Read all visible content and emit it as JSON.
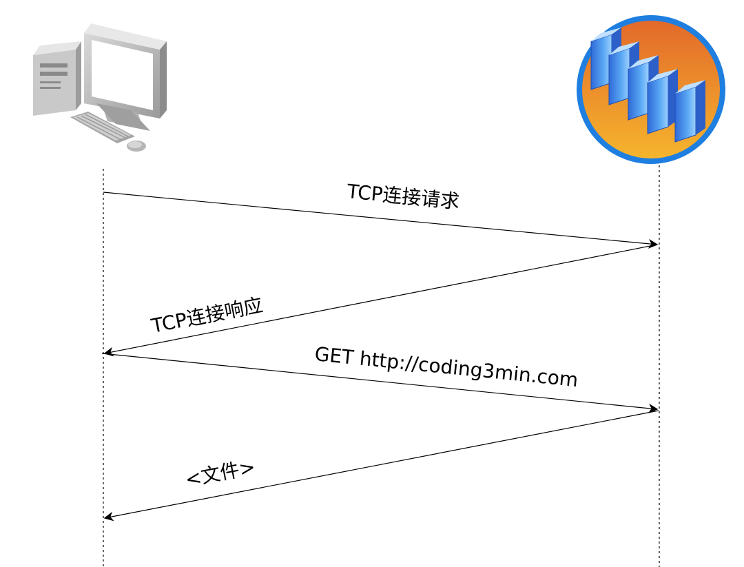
{
  "diagram": {
    "lifelines": [
      {
        "role": "client",
        "icon": "desktop-computer-icon"
      },
      {
        "role": "server",
        "icon": "server-cluster-icon"
      }
    ],
    "messages": [
      {
        "label": "TCP连接请求",
        "from": "client",
        "to": "server"
      },
      {
        "label": "TCP连接响应",
        "from": "server",
        "to": "client"
      },
      {
        "label": "GET http://coding3min.com",
        "from": "client",
        "to": "server"
      },
      {
        "label": "<文件>",
        "from": "server",
        "to": "client"
      }
    ],
    "colors": {
      "line": "#000000",
      "server_ring": "#1f7fe0",
      "server_bg_top": "#e2682a",
      "server_bg_bottom": "#f6b62d",
      "server_tower": "#3f8ee8",
      "computer_body": "#b9b9b9"
    }
  }
}
